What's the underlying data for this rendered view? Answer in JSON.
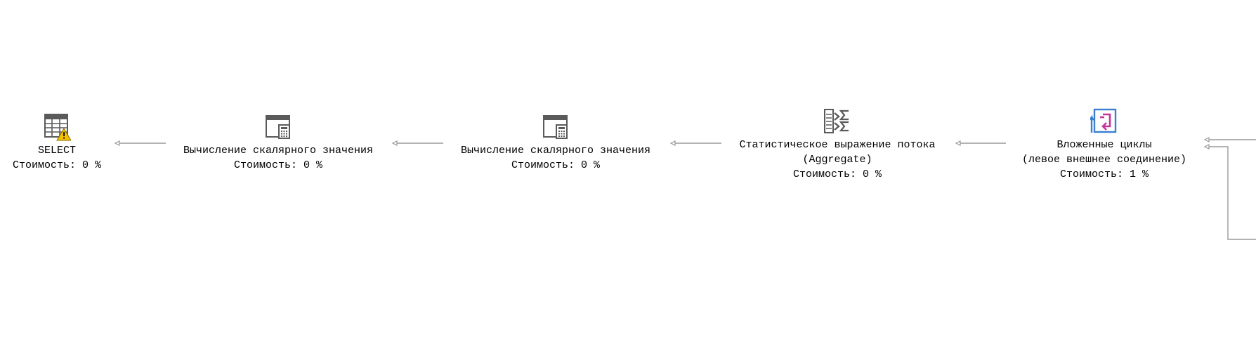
{
  "plan": {
    "nodes": [
      {
        "id": "select",
        "icon": "select-warning-icon",
        "lines": [
          "SELECT",
          "Стоимость: 0 %"
        ]
      },
      {
        "id": "compute-scalar-1",
        "icon": "compute-scalar-icon",
        "lines": [
          "Вычисление скалярного значения",
          "Стоимость: 0 %"
        ]
      },
      {
        "id": "compute-scalar-2",
        "icon": "compute-scalar-icon",
        "lines": [
          "Вычисление скалярного значения",
          "Стоимость: 0 %"
        ]
      },
      {
        "id": "stream-aggregate",
        "icon": "stream-aggregate-icon",
        "lines": [
          "Статистическое выражение потока",
          "(Aggregate)",
          "Стоимость: 0 %"
        ]
      },
      {
        "id": "nested-loops",
        "icon": "nested-loops-icon",
        "lines": [
          "Вложенные циклы",
          "(левое внешнее соединение)",
          "Стоимость: 1 %"
        ]
      }
    ],
    "colors": {
      "icon_gray": "#5a5a5a",
      "warning": "#f2c200",
      "loop_blue": "#3a7fd0",
      "loop_magenta": "#c4359a",
      "edge": "#9a9a9a"
    }
  }
}
